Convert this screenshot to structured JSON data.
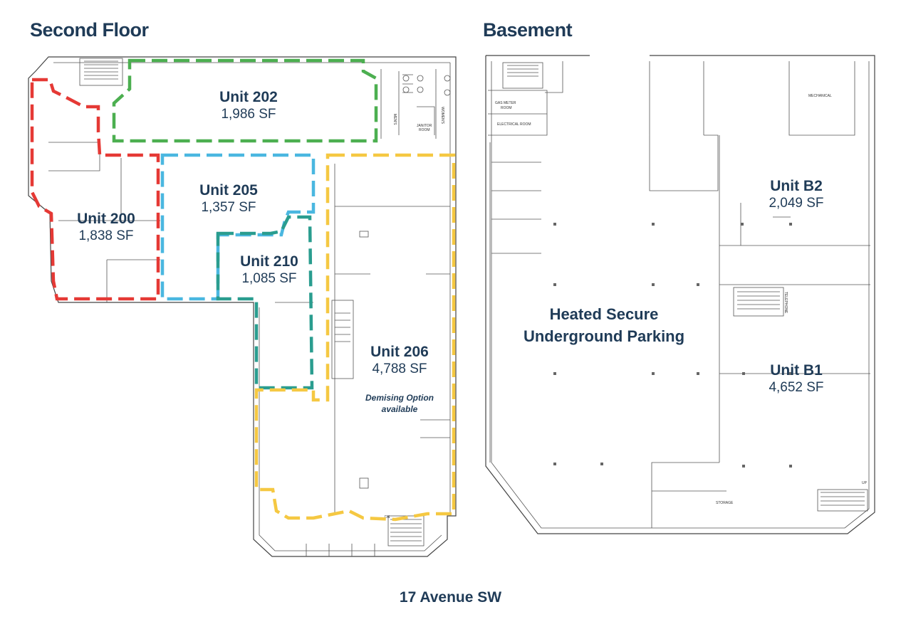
{
  "headings": {
    "second_floor": "Second Floor",
    "basement": "Basement"
  },
  "street": "17 Avenue SW",
  "second_floor_units": [
    {
      "name": "Unit 202",
      "area": "1,986 SF",
      "color": "#4caf50"
    },
    {
      "name": "Unit 205",
      "area": "1,357 SF",
      "color": "#4ab7e0"
    },
    {
      "name": "Unit 200",
      "area": "1,838 SF",
      "color": "#e53935"
    },
    {
      "name": "Unit 210",
      "area": "1,085 SF",
      "color": "#2a9d8f"
    },
    {
      "name": "Unit 206",
      "area": "4,788 SF",
      "color": "#f5c842"
    }
  ],
  "demising_note": [
    "Demising Option",
    "available"
  ],
  "basement_units": [
    {
      "name": "Unit B2",
      "area": "2,049 SF"
    },
    {
      "name": "Unit B1",
      "area": "4,652 SF"
    }
  ],
  "parking_label": [
    "Heated Secure",
    "Underground Parking"
  ],
  "room_labels": {
    "gas_meter": [
      "GAS METER",
      "ROOM"
    ],
    "electrical": "ELECTRICAL ROOM",
    "mechanical": "MECHANICAL",
    "storage": "STORAGE",
    "telephone": "TELEPHONE",
    "mens": "MEN'S",
    "womens": "WOMEN'S",
    "janitor": [
      "JANITOR",
      "ROOM"
    ],
    "up": "UP",
    "dn": "DN"
  }
}
